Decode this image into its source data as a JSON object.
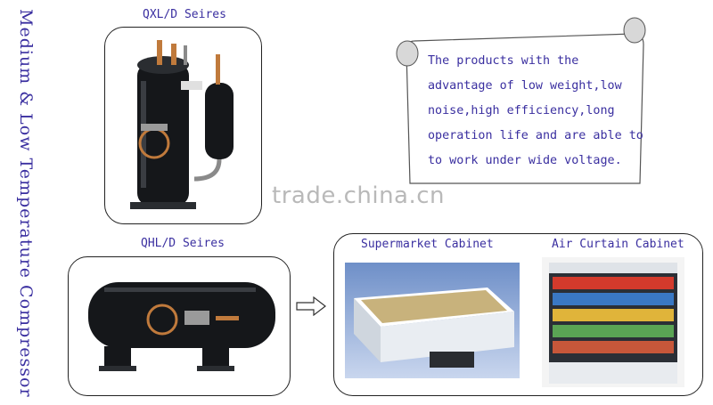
{
  "side_title": "Medium & Low Temperature Compressor",
  "qxl": {
    "caption": "QXL/D Seires"
  },
  "qhl": {
    "caption": "QHL/D Seires"
  },
  "scroll": {
    "lines": [
      "The products with the",
      "advantage of low weight,low",
      "noise,high efficiency,long",
      "operation life and are able to",
      "to work under wide voltage."
    ]
  },
  "watermark": "trade.china.cn",
  "cabinets": {
    "supermarket_label": "Supermarket Cabinet",
    "air_curtain_label": "Air Curtain Cabinet"
  },
  "colors": {
    "text": "#3a2fa0",
    "compressor": "#15171a",
    "copper": "#c07a3c"
  },
  "icons": {
    "arrow": "arrow-right-icon"
  }
}
